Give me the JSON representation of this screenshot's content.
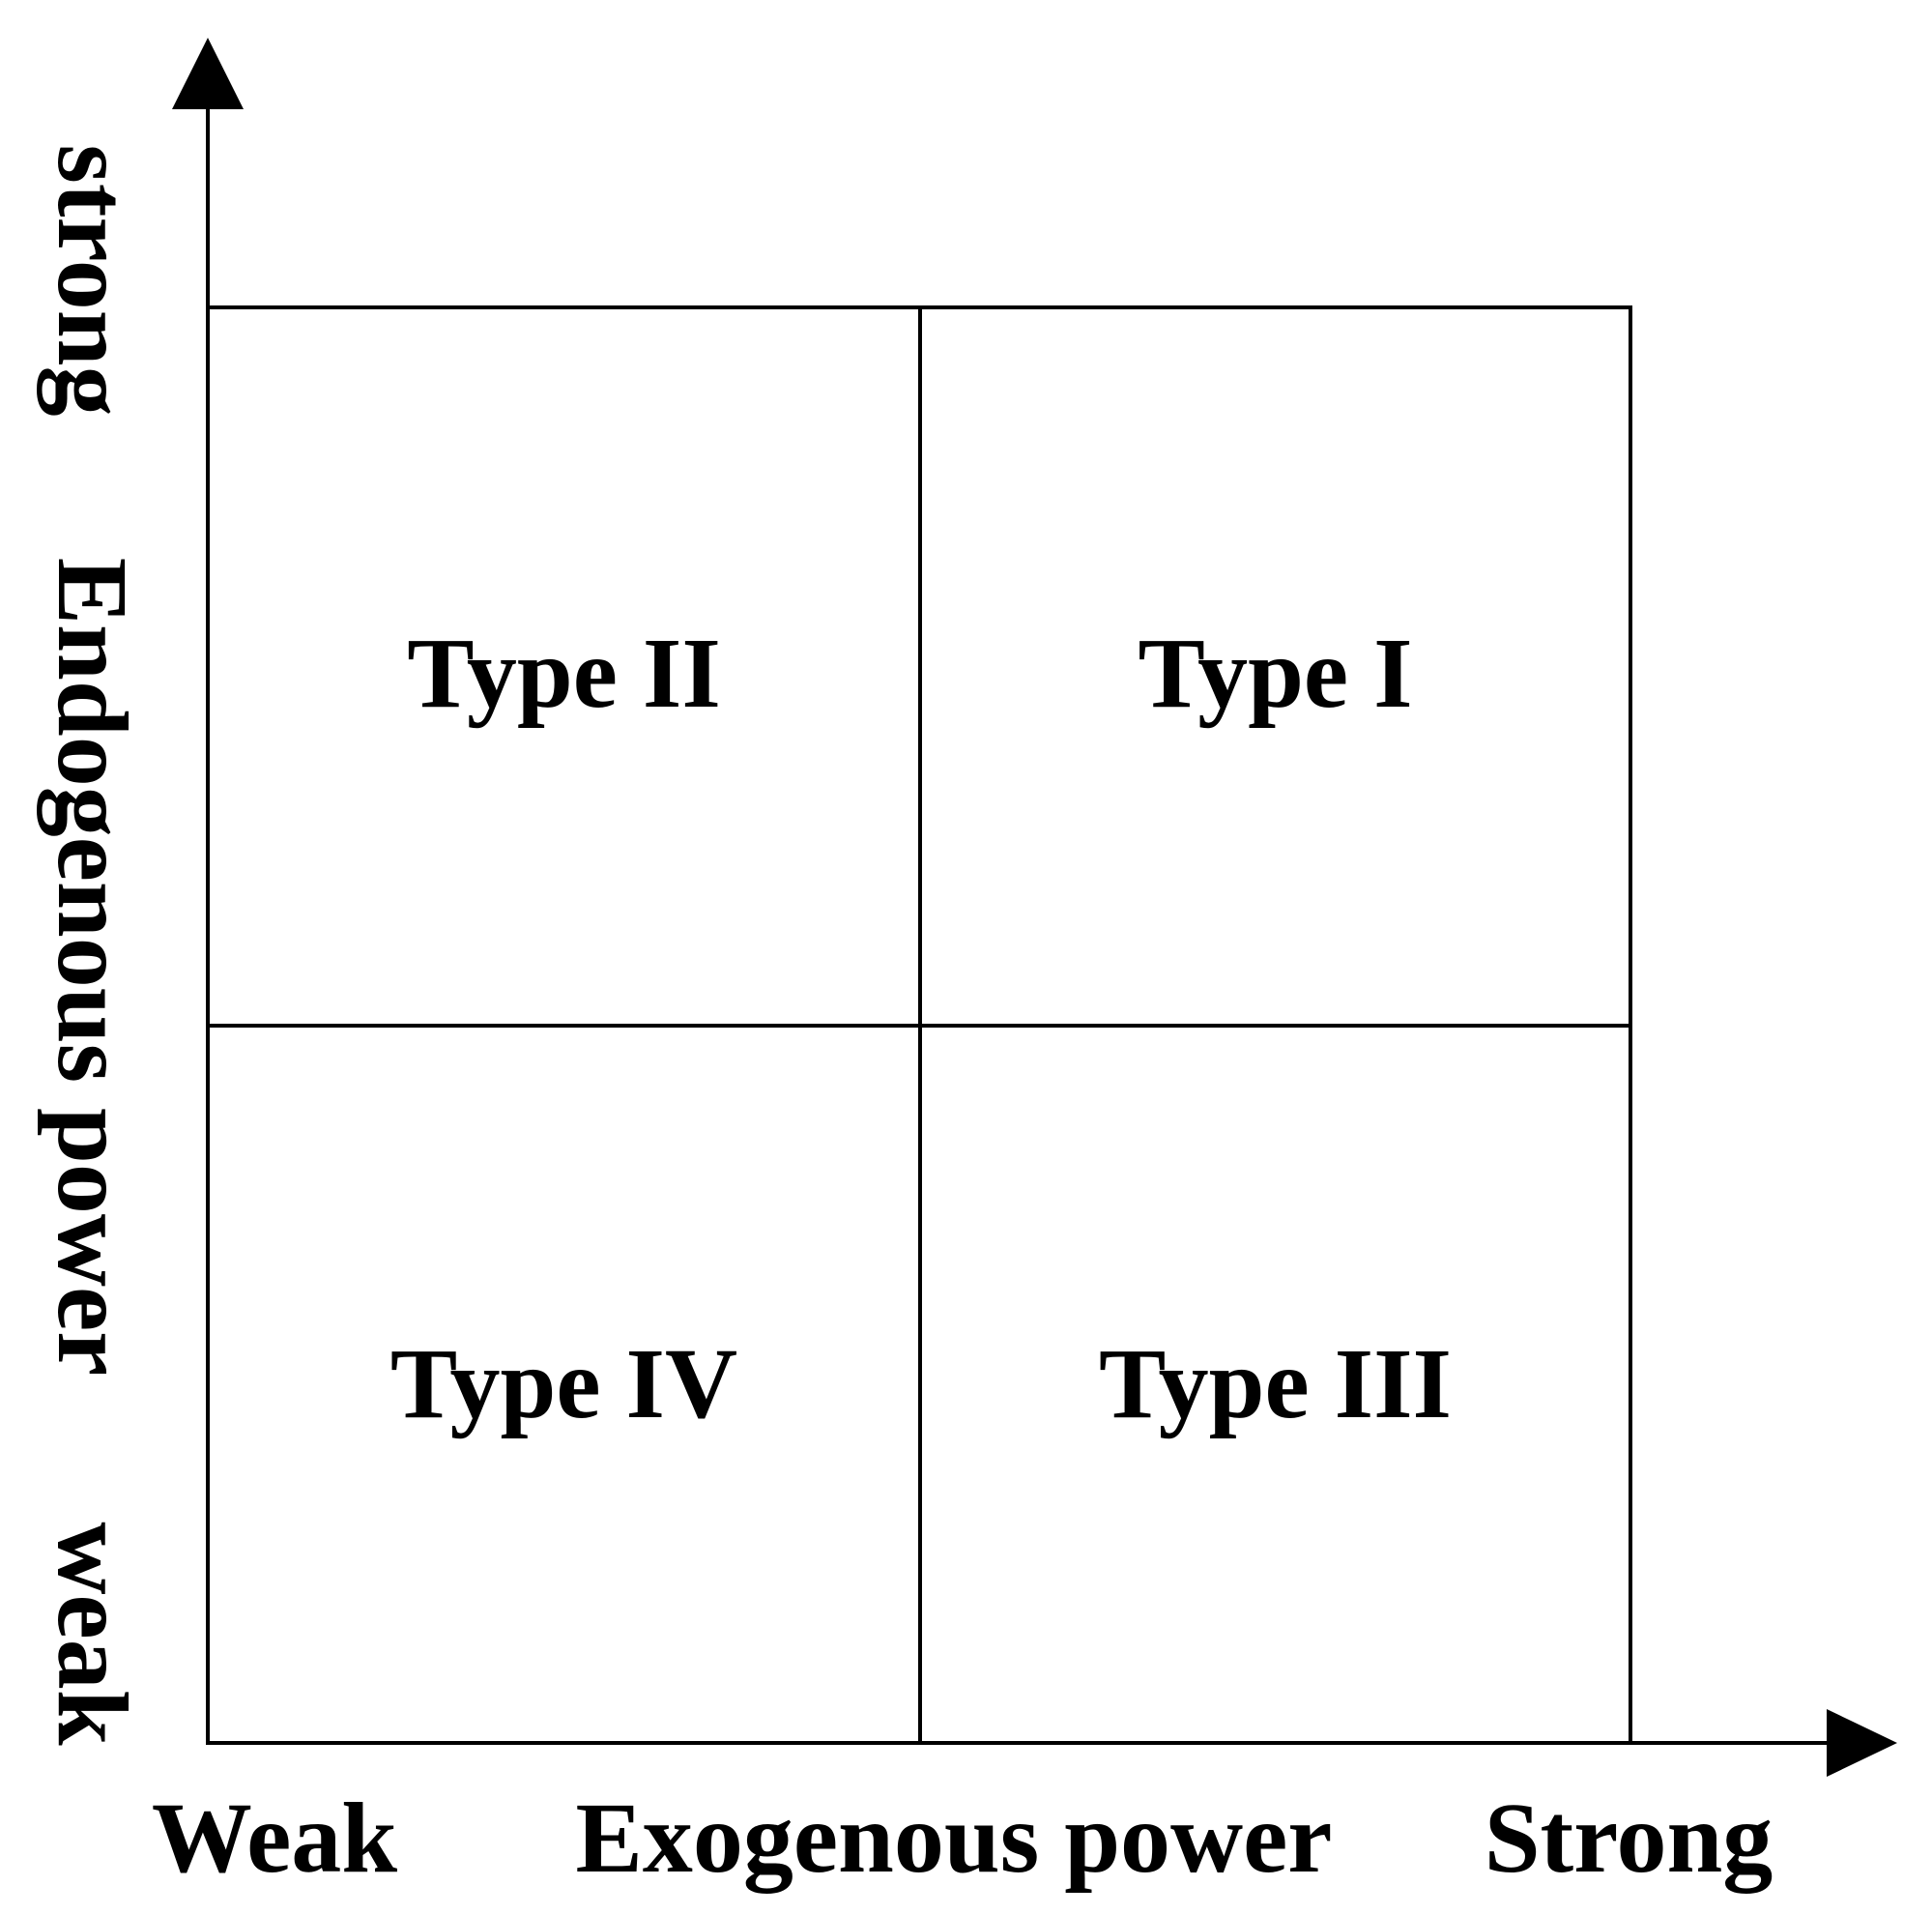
{
  "figure": {
    "type": "quadrant-matrix",
    "colors": {
      "foreground": "#000000",
      "background": "#ffffff"
    },
    "x_axis": {
      "title": "Exogenous power",
      "min_label": "Weak",
      "max_label": "Strong",
      "arrow_icon": "arrowhead-right"
    },
    "y_axis": {
      "title": "Endogenous power",
      "min_label": "weak",
      "max_label": "strong",
      "arrow_icon": "arrowhead-up"
    },
    "quadrants": [
      {
        "position": "top-left",
        "label": "Type II"
      },
      {
        "position": "top-right",
        "label": "Type I"
      },
      {
        "position": "bottom-left",
        "label": "Type IV"
      },
      {
        "position": "bottom-right",
        "label": "Type III"
      }
    ]
  }
}
